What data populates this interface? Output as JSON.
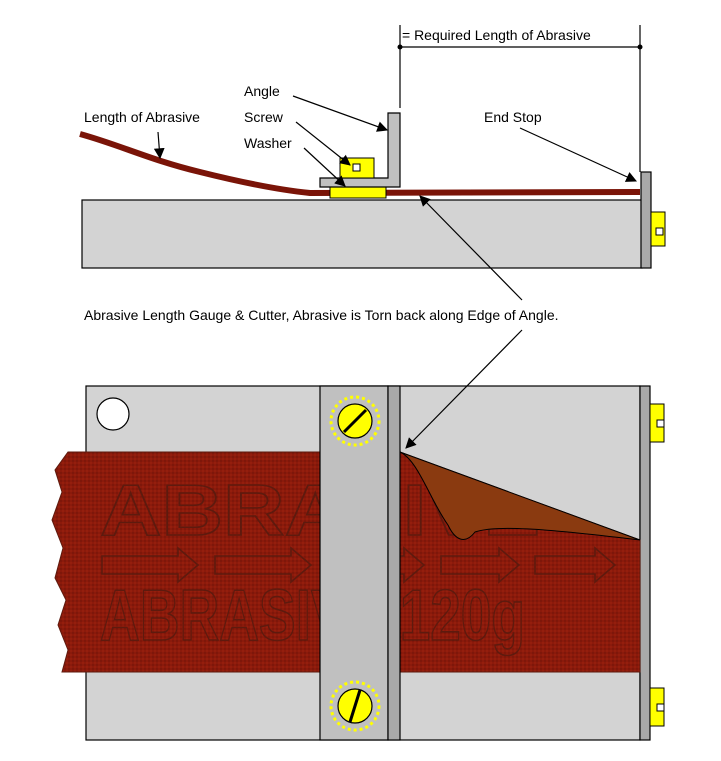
{
  "labels": {
    "required_length": "= Required Length of Abrasive",
    "angle": "Angle",
    "screw": "Screw",
    "washer": "Washer",
    "length_of_abrasive": "Length of Abrasive",
    "end_stop": "End Stop",
    "caption": "Abrasive Length Gauge & Cutter, Abrasive is Torn back along Edge of Angle."
  },
  "abrasive_print": {
    "line1": "ABRASIVE",
    "line2": "ABRASIVE 120g"
  },
  "colors": {
    "abrasive": "#8b1a0b",
    "abrasive_dark": "#6b1208",
    "curl": "#8a3a10",
    "board": "#d3d3d3",
    "steel": "#c0c0c0",
    "yellow": "#ffff00",
    "outline": "#000000"
  }
}
